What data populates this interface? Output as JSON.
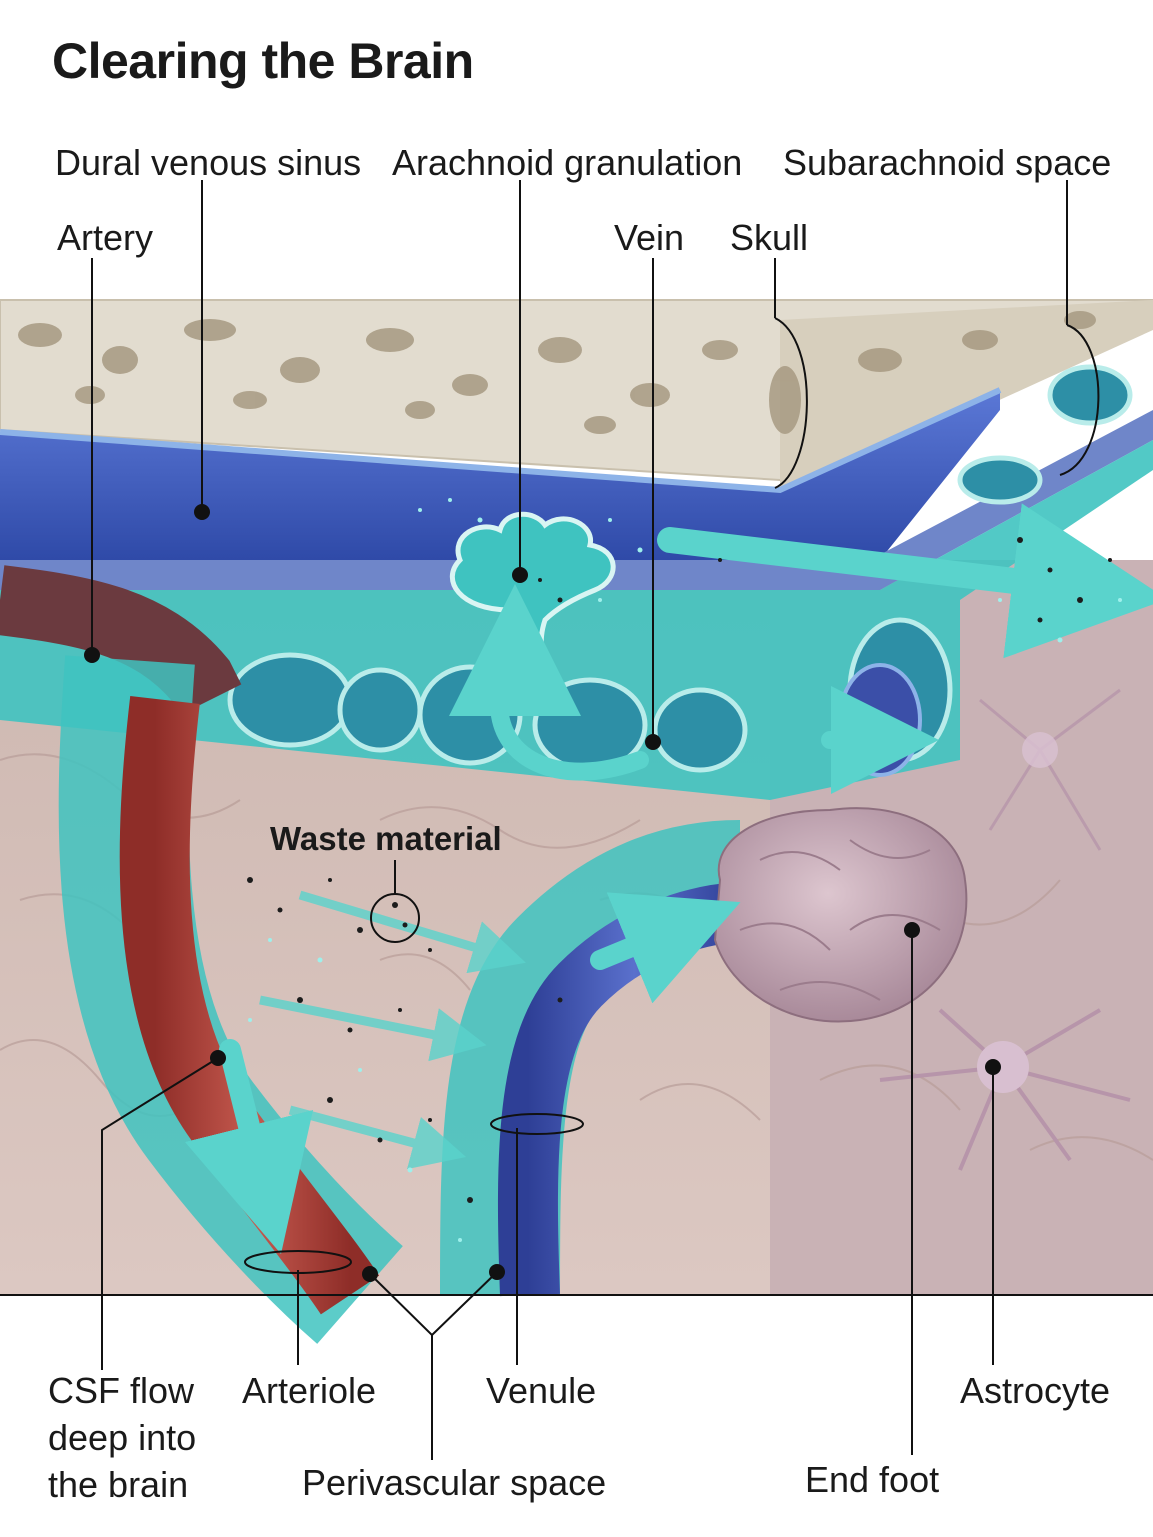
{
  "title": "Clearing the Brain",
  "labels": {
    "dural_venous_sinus": "Dural venous sinus",
    "arachnoid_granulation": "Arachnoid granulation",
    "subarachnoid_space": "Subarachnoid space",
    "artery": "Artery",
    "vein": "Vein",
    "skull": "Skull",
    "waste_material": "Waste material",
    "csf_flow": "CSF flow\ndeep into\nthe brain",
    "arteriole": "Arteriole",
    "venule": "Venule",
    "perivascular_space": "Perivascular space",
    "astrocyte": "Astrocyte",
    "end_foot": "End foot"
  },
  "colors": {
    "bone": "#e2dccf",
    "bone_pore": "#a79a82",
    "sinus_blue": "#3f5fc4",
    "csf_teal": "#3fc3c0",
    "artery_red": "#b2483f",
    "vein_blue": "#3b4fa8",
    "brain_tissue": "#d2bcb4",
    "astrocyte_mauve": "#c7aab8",
    "leader_line": "#111111"
  }
}
